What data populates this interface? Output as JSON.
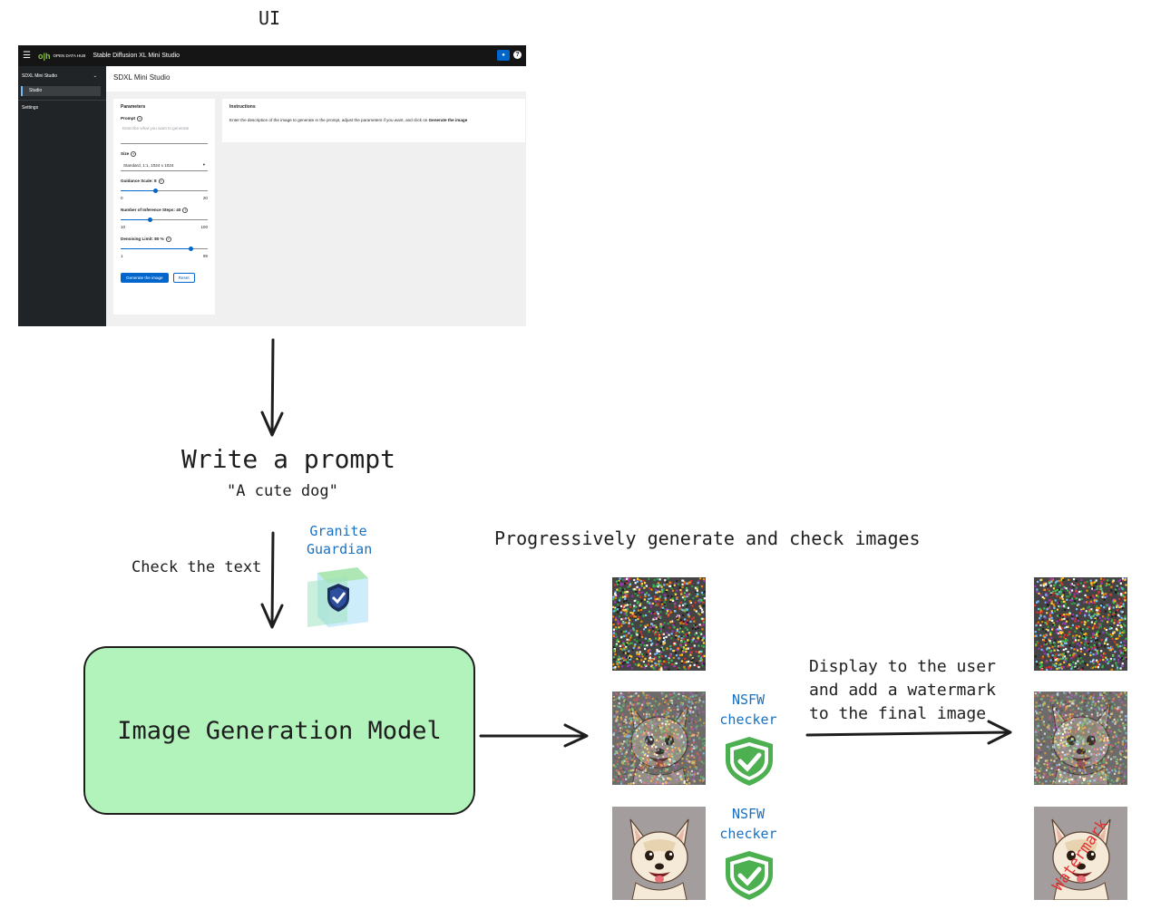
{
  "diagram": {
    "ui_label": "UI",
    "write_prompt": "Write a prompt",
    "prompt_example": "\"A cute dog\"",
    "check_text": "Check the text",
    "granite_guardian": "Granite\nGuardian",
    "model_label": "Image Generation Model",
    "progressive_label": "Progressively generate and check images",
    "nsfw_label_1": "NSFW\nchecker",
    "nsfw_label_2": "NSFW\nchecker",
    "display_label": "Display to the user\nand add a watermark\nto the final image",
    "watermark_text": "Watermark",
    "colors": {
      "model_fill": "#b2f2bb",
      "annotation_blue": "#1971c2",
      "shield_green": "#4caf50"
    }
  },
  "ui_mockup": {
    "brand": "OPEN DATA HUB",
    "app_title": "Stable Diffusion XL Mini Studio",
    "sidebar": {
      "group": "SDXL Mini Studio",
      "sub_item": "Studio",
      "item": "Settings"
    },
    "page_title": "SDXL Mini Studio",
    "parameters": {
      "title": "Parameters",
      "prompt_label": "Prompt",
      "prompt_placeholder": "Describe what you want to generate",
      "size_label": "Size",
      "size_value": "Standard, 1:1, 1024 x 1024",
      "guidance_label": "Guidance Scale: 8",
      "guidance_value": 8,
      "guidance_min": "0",
      "guidance_max": "20",
      "steps_label": "Number of Inference Steps: 40",
      "steps_value": 40,
      "steps_min": "10",
      "steps_max": "100",
      "denoise_label": "Denoising Limit: 80 %",
      "denoise_value": 80,
      "denoise_min": "1",
      "denoise_max": "99",
      "generate_button": "Generate the image",
      "reset_button": "Reset"
    },
    "instructions": {
      "title": "Instructions",
      "text": "Enter the description of the image to generate in the prompt, adjust the parameters if you want, and click on",
      "bold": "Generate the image"
    }
  }
}
